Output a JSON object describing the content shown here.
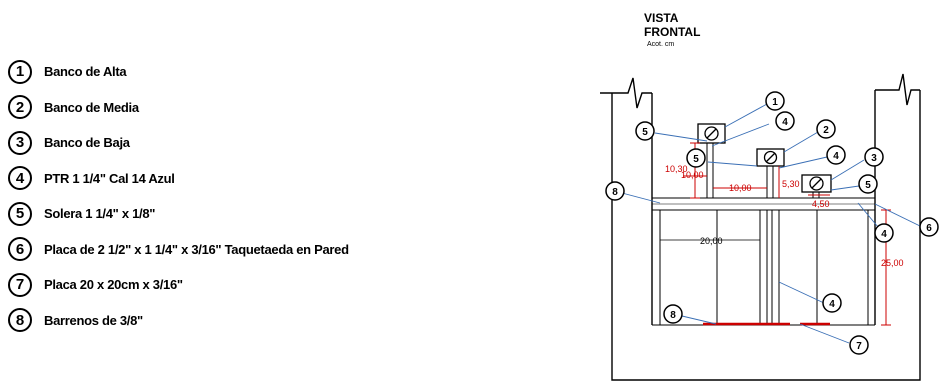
{
  "legend": {
    "items": [
      {
        "num": "1",
        "label": "Banco de Alta"
      },
      {
        "num": "2",
        "label": "Banco de Media"
      },
      {
        "num": "3",
        "label": "Banco de Baja"
      },
      {
        "num": "4",
        "label": "PTR 1 1/4\" Cal 14 Azul"
      },
      {
        "num": "5",
        "label": "Solera 1 1/4\" x 1/8\""
      },
      {
        "num": "6",
        "label": "Placa de 2 1/2\" x 1 1/4\" x 3/16\" Taquetaeda en Pared"
      },
      {
        "num": "7",
        "label": "Placa 20 x 20cm x 3/16\""
      },
      {
        "num": "8",
        "label": "Barrenos de 3/8\""
      }
    ]
  },
  "drawing": {
    "title_line1": "VISTA",
    "title_line2": "FRONTAL",
    "subtitle": "Acot. cm",
    "dims": {
      "d1": "10,30",
      "d2": "10,00",
      "d3": "10,00",
      "d4": "5,30",
      "d5": "4,50",
      "d6": "20,00",
      "d7": "25,00"
    },
    "callouts": {
      "c1": "1",
      "c2": "4",
      "c3": "5",
      "c4": "2",
      "c5": "5",
      "c6": "4",
      "c7": "3",
      "c8": "5",
      "c9": "8",
      "c10": "4",
      "c11": "6",
      "c12": "4",
      "c13": "8",
      "c14": "7"
    },
    "colors": {
      "line": "#000000",
      "dim_red": "#cc0000",
      "leader_blue": "#3a6fb5"
    }
  }
}
